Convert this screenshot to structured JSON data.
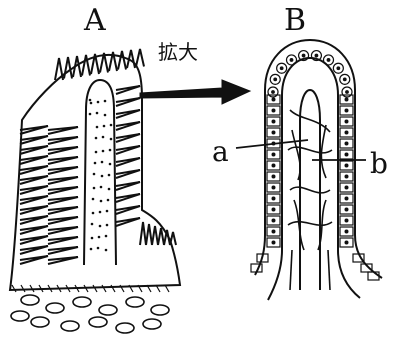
{
  "labels": {
    "panel_a": "A",
    "panel_b": "B",
    "enlarge": "拡大",
    "part_a": "a",
    "part_b": "b"
  },
  "colors": {
    "ink": "#111111",
    "paper": "#ffffff"
  }
}
